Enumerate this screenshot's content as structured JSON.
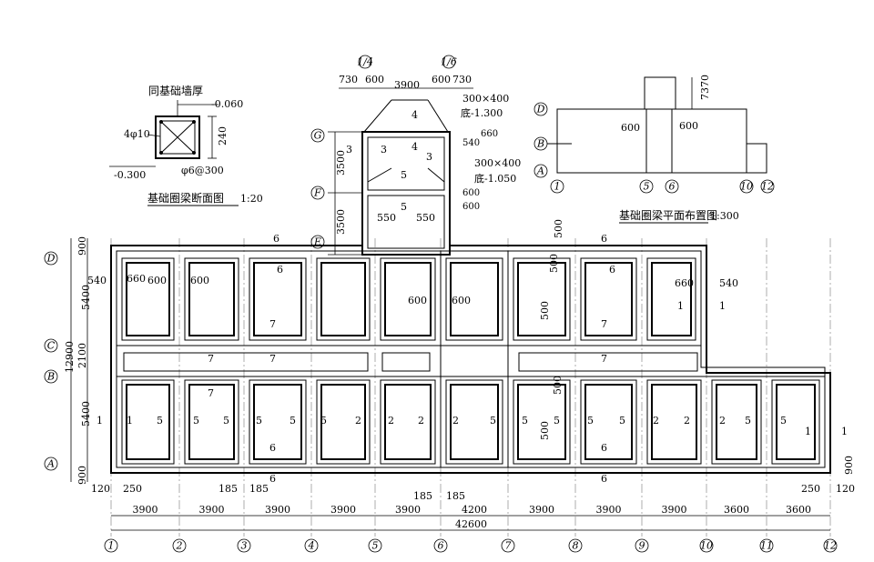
{
  "titles": {
    "section": "基础圈梁断面图",
    "section_scale": "1:20",
    "layout": "基础圈梁平面布置图",
    "layout_scale": "1:300",
    "same_thickness": "同基础墙厚"
  },
  "axes": {
    "columns": [
      "1",
      "2",
      "3",
      "4",
      "5",
      "6",
      "7",
      "8",
      "9",
      "10",
      "11",
      "12"
    ],
    "rows": [
      "A",
      "B",
      "C",
      "D",
      "E",
      "F",
      "G"
    ]
  },
  "dimensions": {
    "bays": [
      "3900",
      "3900",
      "3900",
      "3900",
      "3900",
      "4200",
      "3900",
      "3900",
      "3900",
      "3600",
      "3600"
    ],
    "total": "42600",
    "left_column": [
      "900",
      "5400",
      "2100",
      "5400",
      "900"
    ],
    "left_total": "12900",
    "stair_height": [
      "3500",
      "3500"
    ],
    "top_widths": [
      "730",
      "600",
      "3900",
      "600",
      "730"
    ],
    "top_axis_labels": [
      "1/4",
      "1/6"
    ],
    "edge": [
      "120",
      "250",
      "185",
      "185",
      "185",
      "185",
      "250",
      "120",
      "900"
    ],
    "misc": [
      "540",
      "660",
      "600",
      "600",
      "600",
      "600",
      "660",
      "540",
      "500",
      "500",
      "500",
      "500",
      "500",
      "550",
      "550",
      "660",
      "540",
      "600",
      "600"
    ]
  },
  "section_detail": {
    "top_level": "-0.060",
    "bottom_level": "-0.300",
    "height": "240",
    "rebar_main": "4φ10",
    "stirrup": "φ6@300"
  },
  "top_notes": {
    "beam1": "300×400",
    "beam1_bottom": "底-1.300",
    "beam2": "300×400",
    "beam2_bottom": "底-1.050"
  },
  "section_marks": [
    "1",
    "2",
    "3",
    "4",
    "5",
    "6",
    "7"
  ],
  "mini_plan": {
    "dims": [
      "7370",
      "600",
      "600"
    ],
    "axis_rows": [
      "D",
      "B",
      "A"
    ],
    "axis_cols": [
      "1",
      "5",
      "6",
      "10",
      "12"
    ]
  }
}
